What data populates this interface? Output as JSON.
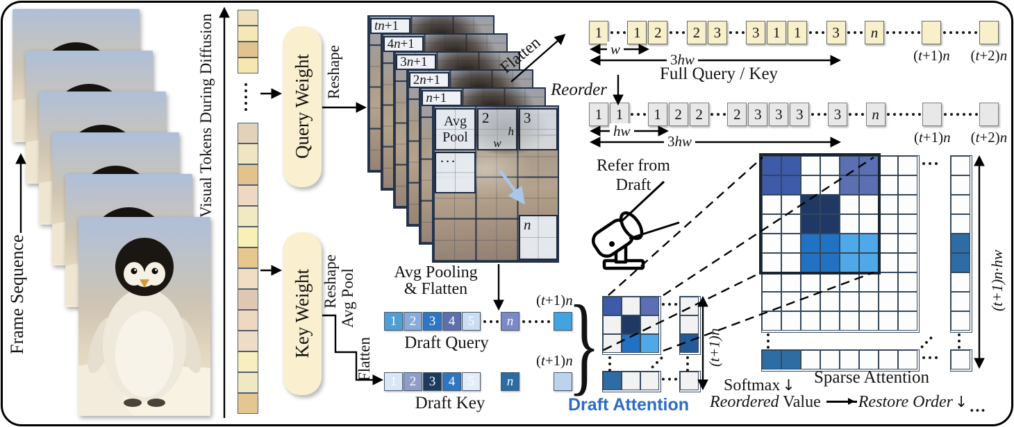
{
  "figure": {
    "frame_sequence_label": "Frame Sequence",
    "visual_tokens_label": "Visual Tokens During Diffusion",
    "frame_count": 6
  },
  "token_column": {
    "top": [
      "#EFDFBB",
      "#F5E8B7",
      "#E2C38E",
      "#F5E7AD"
    ],
    "bottom": [
      "#E2D2BA",
      "#EFE5C0",
      "#E4C28C",
      "#EFD8C2",
      "#F1E8C4",
      "#F8F0B5",
      "#E6C78E",
      "#F0DDC3",
      "#DEC8B3",
      "#EFD8C2",
      "#EFDCC7",
      "#F7EFBF",
      "#EFE8C3",
      "#E4C693"
    ]
  },
  "weights": {
    "query": "Query Weight",
    "key": "Key Weight",
    "reshape": "Reshape",
    "avg_pool": "Avg Pool",
    "flatten": "Flatten",
    "box_color": "#FAF0CF"
  },
  "grid_stack": {
    "layer_labels": [
      "tn+1",
      "4n+1",
      "3n+1",
      "2n+1",
      "n+1"
    ],
    "front": {
      "avg_pool": "Avg Pool",
      "cell_2": "2",
      "cell_3": "3",
      "dots": "···",
      "cell_n": "n",
      "h_label": "h",
      "w_label": "w"
    }
  },
  "top_flow": {
    "flatten": "Flatten",
    "reorder": "Reorder"
  },
  "full_row": {
    "cell_color": "#F8EFCB",
    "items": [
      {
        "cells": [
          "1"
        ]
      },
      {
        "dots": 3
      },
      {
        "cells": [
          "1",
          "2"
        ]
      },
      {
        "dots": 3
      },
      {
        "cells": [
          "2",
          "3"
        ]
      },
      {
        "dots": 3
      },
      {
        "cells": [
          "3",
          "1",
          "1"
        ]
      },
      {
        "dots": 3
      },
      {
        "cells": [
          "3"
        ]
      },
      {
        "dots": 3
      },
      {
        "cells": [
          "n"
        ]
      },
      {
        "dots": 6
      },
      {
        "cells": [
          ""
        ],
        "sub": "(t+1)n"
      },
      {
        "dots": 6
      },
      {
        "cells": [
          ""
        ],
        "sub": "(t+2)n"
      }
    ],
    "w_label": "w",
    "span_label": "3hw",
    "caption": "Full Query / Key"
  },
  "reorder_row": {
    "cell_color": "#E8E8E8",
    "items": [
      {
        "cells": [
          "1",
          "1"
        ]
      },
      {
        "dots": 3
      },
      {
        "cells": [
          "1",
          "2",
          "2"
        ]
      },
      {
        "dots": 3
      },
      {
        "cells": [
          "2",
          "3",
          "3",
          "3"
        ]
      },
      {
        "dots": 3
      },
      {
        "cells": [
          "3"
        ]
      },
      {
        "dots": 3
      },
      {
        "cells": [
          "n"
        ]
      },
      {
        "dots": 6
      },
      {
        "cells": [
          ""
        ],
        "sub": "(t+1)n"
      },
      {
        "dots": 6
      },
      {
        "cells": [
          ""
        ],
        "sub": "(t+2)n"
      }
    ],
    "hw_label": "hw",
    "span_label": "3hw"
  },
  "pooling_caption": {
    "line1": "Avg Pooling",
    "line2": "& Flatten"
  },
  "draft_query": {
    "title": "Draft Query",
    "cells": [
      {
        "label": "1",
        "color": "#4F9FD7"
      },
      {
        "label": "2",
        "color": "#88ACD7"
      },
      {
        "label": "3",
        "color": "#2E75C3"
      },
      {
        "label": "4",
        "color": "#5E6FAC"
      },
      {
        "label": "5",
        "color": "#CBDDF1"
      }
    ],
    "n_cell": {
      "label": "n",
      "color": "#7B8AC6"
    },
    "end_cell_color": "#41A3E0",
    "end_label": "(t+1)n"
  },
  "draft_key": {
    "title": "Draft Key",
    "cells": [
      {
        "label": "1",
        "color": "#D7E7F5"
      },
      {
        "label": "2",
        "color": "#8F9EC9"
      },
      {
        "label": "3",
        "color": "#1C3B5E"
      },
      {
        "label": "4",
        "color": "#2E75C3"
      },
      {
        "label": "5",
        "color": "#E3EDF7"
      }
    ],
    "n_cell": {
      "label": "n",
      "color": "#2A6CA3"
    },
    "end_cell_color": "#BDD3EC",
    "end_label": "(t+1)n"
  },
  "refer": {
    "line1": "Refer from",
    "line2": "Draft"
  },
  "draft_attention": {
    "title": "Draft Attention",
    "title_color": "#2B6CC4",
    "axis_label": "(t+1)n",
    "matrix": [
      [
        "#3D5BA9",
        "#F2F2F2",
        "#5C6FB2"
      ],
      [
        "#F2F2F2",
        "#1F3864",
        "#F2F2F2"
      ],
      [
        "#F2F2F2",
        "#2272C3",
        "#4FA8E8"
      ]
    ],
    "right_col": [
      "#F2F2F2",
      "#F2F2F2",
      "#1F5C99"
    ],
    "bottom_row": [
      "#2E6DA4",
      "#F2F2F2",
      "#F2F2F2"
    ],
    "corner": "#F2F2F2"
  },
  "sparse_attention": {
    "title": "Sparse Attention",
    "axis_label": "(t+1)n·hw",
    "grid": [
      [
        "#3D5BA9",
        "#3D5BA9",
        "",
        "",
        "#5C6FB2",
        "#5C6FB2",
        "",
        ""
      ],
      [
        "#3D5BA9",
        "#3D5BA9",
        "",
        "",
        "#5C6FB2",
        "#5C6FB2",
        "",
        ""
      ],
      [
        "",
        "",
        "#1F3864",
        "#1F3864",
        "",
        "",
        "",
        ""
      ],
      [
        "",
        "",
        "#1F3864",
        "#1F3864",
        "",
        "",
        "",
        ""
      ],
      [
        "",
        "",
        "#2272C3",
        "#2272C3",
        "#4FA8E8",
        "#4FA8E8",
        "",
        ""
      ],
      [
        "",
        "",
        "#2272C3",
        "#2272C3",
        "#4FA8E8",
        "#4FA8E8",
        "",
        ""
      ],
      [
        "",
        "",
        "",
        "",
        "",
        "",
        "",
        ""
      ],
      [
        "",
        "",
        "",
        "",
        "",
        "",
        "",
        ""
      ],
      [
        "",
        "",
        "",
        "",
        "",
        "",
        "",
        ""
      ]
    ],
    "right_col": [
      "",
      "",
      "",
      "",
      "#2E6DA4",
      "#2E6DA4",
      "",
      "",
      ""
    ],
    "bottom_row": [
      "#2E6DA4",
      "#2E6DA4",
      "",
      "",
      "",
      "",
      "",
      ""
    ],
    "corner": ""
  },
  "bottom_flow": {
    "softmax": "Softmax",
    "reordered": "Reordered",
    "value": "Value",
    "restore": "Restore Order"
  }
}
